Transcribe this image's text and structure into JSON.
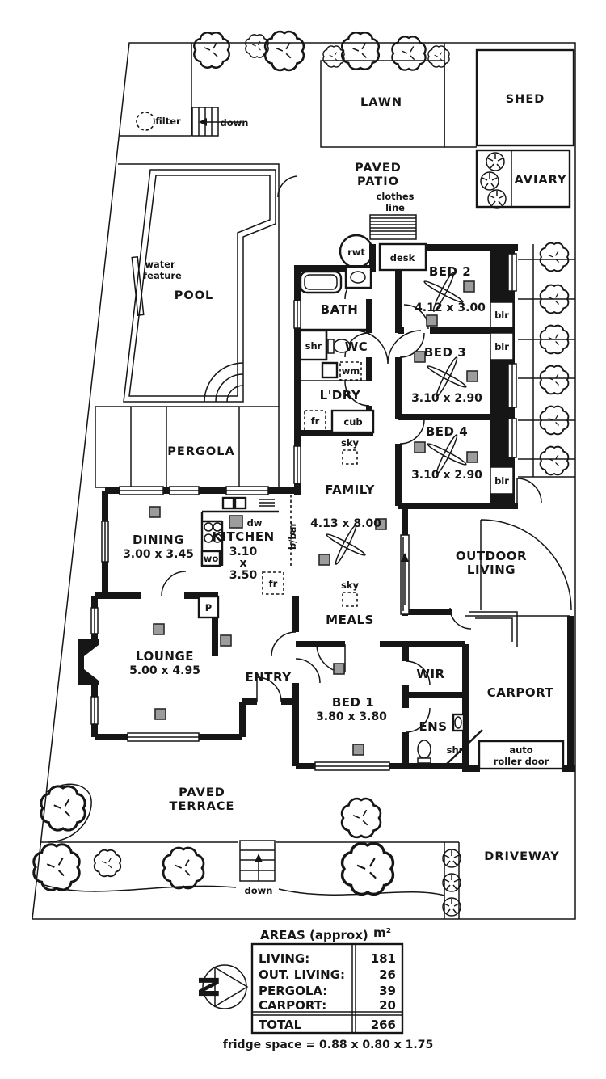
{
  "site": {
    "lawn": "LAWN",
    "shed": "SHED",
    "aviary": "AVIARY",
    "paved_patio_1": "PAVED",
    "paved_patio_2": "PATIO",
    "clothes_1": "clothes",
    "clothes_2": "line",
    "filter": "filter",
    "down": "down",
    "pool": "POOL",
    "water_1": "water",
    "water_2": "feature",
    "pergola": "PERGOLA",
    "terrace_1": "PAVED",
    "terrace_2": "TERRACE",
    "driveway": "DRIVEWAY",
    "rwt": "rwt"
  },
  "rooms": {
    "bed2_name": "BED 2",
    "bed2_dim": "4.12 x 3.00",
    "bed3_name": "BED 3",
    "bed3_dim": "3.10 x 2.90",
    "bed4_name": "BED 4",
    "bed4_dim": "3.10 x 2.90",
    "bed1_name": "BED 1",
    "bed1_dim": "3.80 x 3.80",
    "bath": "BATH",
    "wc": "WC",
    "ldry": "L'DRY",
    "family_name": "FAMILY",
    "family_dim": "4.13 x 8.00",
    "meals": "MEALS",
    "kitchen_name": "KITCHEN",
    "kitchen_dim1": "3.10",
    "kitchen_dim2": "x",
    "kitchen_dim3": "3.50",
    "dining_name": "DINING",
    "dining_dim": "3.00 x 3.45",
    "lounge_name": "LOUNGE",
    "lounge_dim": "5.00 x 4.95",
    "entry": "ENTRY",
    "wir": "WIR",
    "ens": "ENS",
    "outdoor_1": "OUTDOOR",
    "outdoor_2": "LIVING",
    "carport": "CARPORT"
  },
  "fixtures": {
    "desk": "desk",
    "shr": "shr",
    "wm": "wm",
    "fr": "fr",
    "cub": "cub",
    "dw": "dw",
    "wo": "wo",
    "pantry": "P",
    "bbar": "b/bar",
    "sky": "sky",
    "blr": "blr",
    "roller_1": "auto",
    "roller_2": "roller door"
  },
  "table": {
    "title": "AREAS (approx)",
    "unit": "m²",
    "rows": [
      {
        "label": "LIVING:",
        "value": "181"
      },
      {
        "label": "OUT. LIVING:",
        "value": "26"
      },
      {
        "label": "PERGOLA:",
        "value": "39"
      },
      {
        "label": "CARPORT:",
        "value": "20"
      }
    ],
    "total_label": "TOTAL",
    "total_value": "266"
  },
  "notes": {
    "fridge": "fridge space = 0.88 x 0.80 x 1.75",
    "north": "N"
  }
}
